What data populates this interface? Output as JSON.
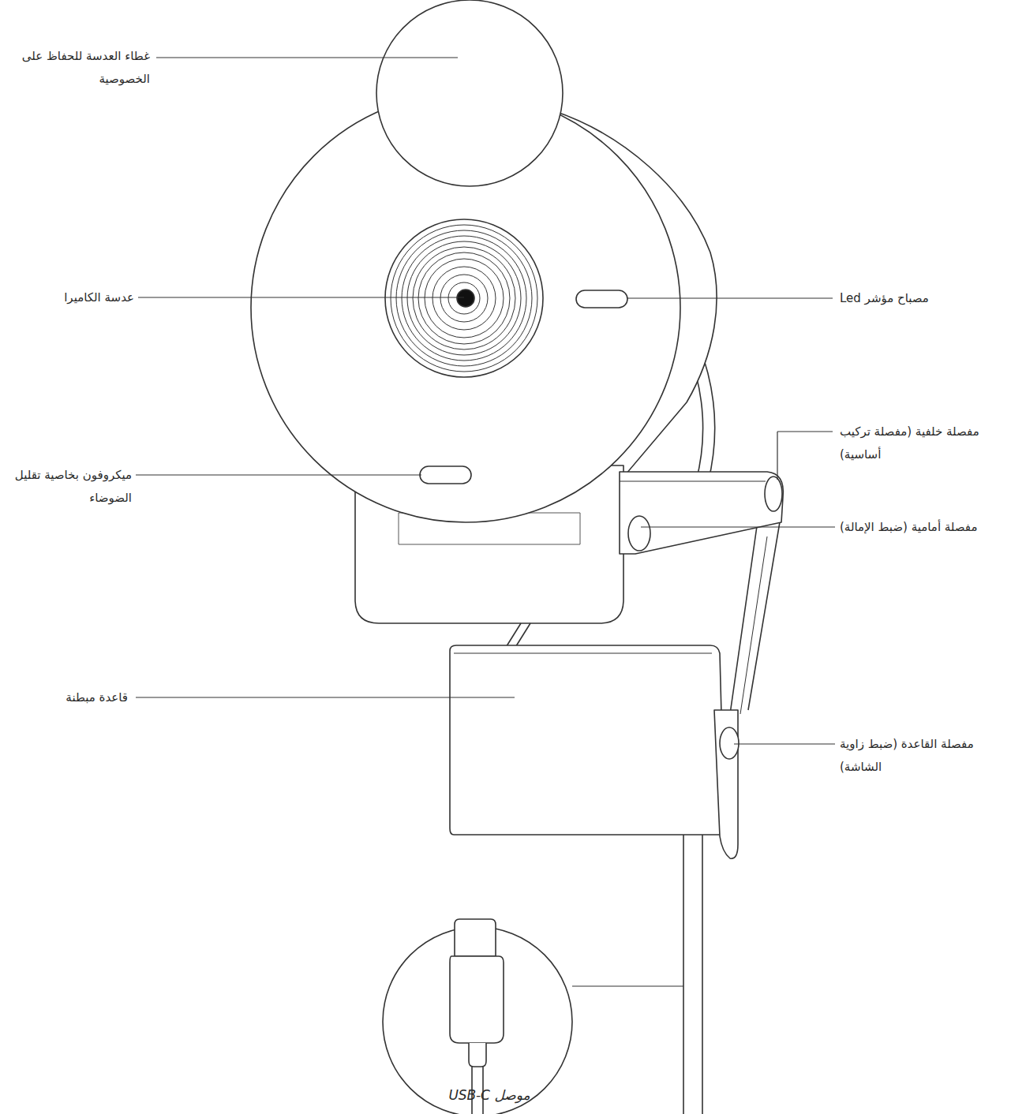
{
  "diagram": {
    "labels": [
      "غطاء العدسة للحفاظ على الخصوصية",
      "عدسة الكاميرا",
      "ميكروفون بخاصية تقليل الضوضاء",
      "قاعدة مبطنة",
      "مصباح مؤشر Led",
      "مفصلة خلفية (مفصلة تركيب أساسية)",
      "مفصلة أمامية (ضبط الإمالة)",
      "مفصلة القاعدة (ضبط زاوية الشاشة)",
      "موصل USB-C"
    ]
  }
}
